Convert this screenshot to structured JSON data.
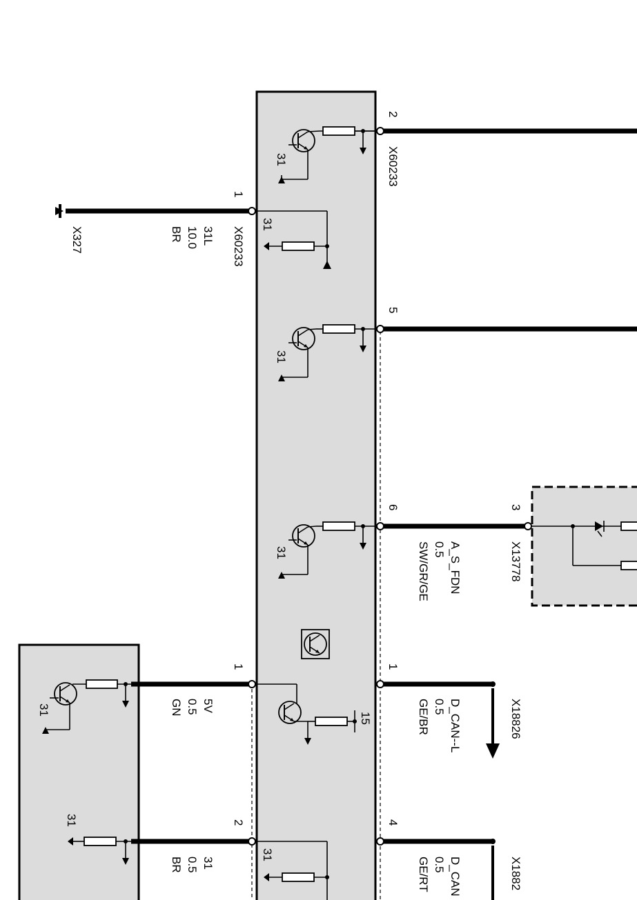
{
  "colors": {
    "module_fill": "#dcdcdc",
    "line": "#000000",
    "background": "#ffffff"
  },
  "left_wire": {
    "pin": "1",
    "connector": "X60233",
    "signal": "31L",
    "cross_section": "10.0",
    "color": "BR",
    "ground": "X327"
  },
  "top_pins": {
    "pin2": "2",
    "pin2_connector": "X60233",
    "pin5": "5",
    "pin6": "6"
  },
  "ground_label": "31",
  "supply_label": "15",
  "wire_6": {
    "signal": "A_S_FDN",
    "cross_section": "0.5",
    "color": "SW/GR/GE",
    "pin": "3",
    "connector": "X13778"
  },
  "bottom_left": {
    "pin1": "1",
    "signal1": "5V",
    "cs1": "0.5",
    "color1": "GN",
    "pin2": "2",
    "signal2": "31",
    "cs2": "0.5",
    "color2": "BR"
  },
  "bottom_right": {
    "pin1": "1",
    "signal1": "D_CAN--L",
    "cs1": "0.5",
    "color1": "GE/BR",
    "connector1": "X18826",
    "pin4": "4",
    "signal4": "D_CAN",
    "cs4": "0.5",
    "color4": "GE/RT",
    "connector4": "X1882"
  }
}
